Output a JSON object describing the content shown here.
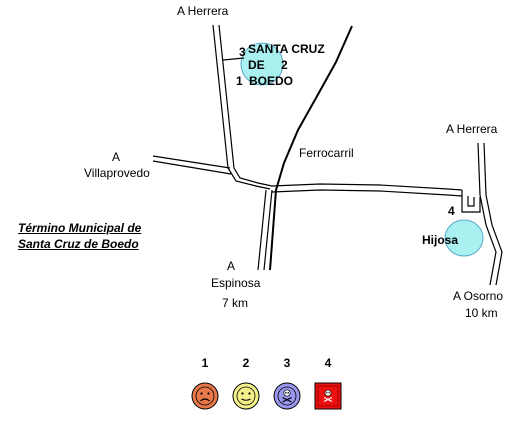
{
  "places": {
    "herrera_top": "A  Herrera",
    "villaprovedo_a": "A",
    "villaprovedo": "Villaprovedo",
    "ferrocarril": "Ferrocarril",
    "herrera_right": "A  Herrera",
    "espinosa_a": "A",
    "espinosa": "Espinosa",
    "espinosa_km": "7 km",
    "osorno": "A  Osorno",
    "osorno_km": "10 km"
  },
  "towns": {
    "santa_cruz": {
      "line1": "SANTA CRUZ",
      "line2": "DE",
      "line3": "BOEDO",
      "color": "#aaf0f0"
    },
    "hijosa": {
      "name": "Hijosa",
      "color": "#aaf0f0"
    }
  },
  "markers": {
    "sc_3": "3",
    "sc_2": "2",
    "sc_1": "1",
    "hijosa_4": "4"
  },
  "title": {
    "line1": "Término Municipal de",
    "line2": "Santa Cruz de Boedo"
  },
  "legend": [
    {
      "number": "1",
      "icon": "sad-face-icon",
      "color": "#e8784a"
    },
    {
      "number": "2",
      "icon": "neutral-face-icon",
      "color": "#f4f08a"
    },
    {
      "number": "3",
      "icon": "skull-icon",
      "color": "#9a98ee"
    },
    {
      "number": "4",
      "icon": "skull-square-icon",
      "color": "#ee1010"
    }
  ]
}
